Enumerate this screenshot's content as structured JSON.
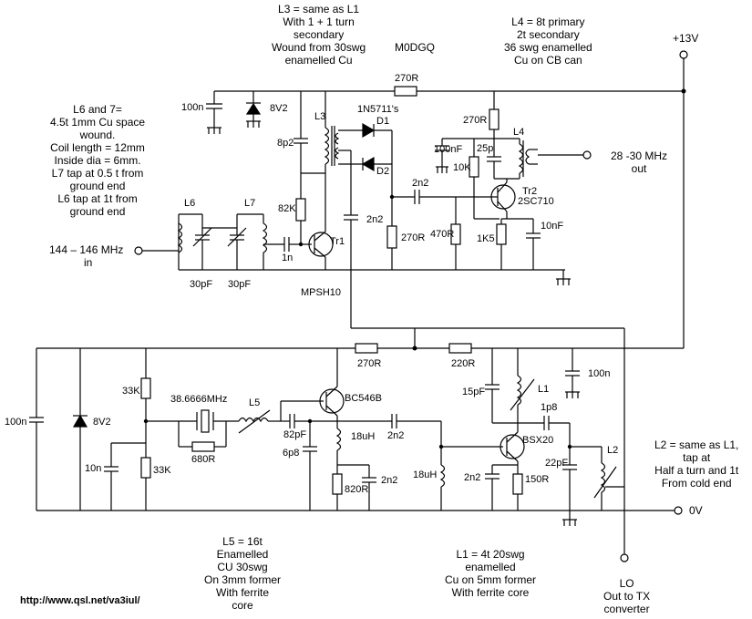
{
  "notes": {
    "l3": [
      "L3 = same as L1",
      "With 1 + 1 turn",
      "secondary",
      "Wound from 30swg",
      "enamelled Cu"
    ],
    "callsign": "M0DGQ",
    "l4": [
      "L4 = 8t primary",
      "2t secondary",
      "36 swg enamelled",
      "Cu on CB can"
    ],
    "l6l7": [
      "L6 and 7=",
      "4.5t 1mm Cu space",
      "wound.",
      "Coil length = 12mm",
      "Inside dia = 6mm.",
      "L7 tap at 0.5 t from",
      "ground end",
      "L6 tap at 1t from",
      "ground end"
    ],
    "l2": [
      "L2 =  same as L1,",
      "tap at",
      "Half a turn and 1t",
      "From cold end"
    ],
    "l5": [
      "L5 = 16t",
      "Enamelled",
      "CU 30swg",
      "On 3mm former",
      "With ferrite",
      "core"
    ],
    "l1": [
      "L1 =  4t 20swg",
      "enamelled",
      "Cu on 5mm former",
      "With ferrite  core"
    ]
  },
  "ports": {
    "rf_in": [
      "144 – 146 MHz",
      "in"
    ],
    "rf_out": [
      "28 -30 MHz",
      "out"
    ],
    "lo_out": [
      "LO",
      "Out to TX",
      "converter"
    ],
    "supply": "+13V",
    "ground": "0V"
  },
  "url": "http://www.qsl.net/va3iul/",
  "labels": {
    "c100n_top": "100n",
    "zener_top": "8V2",
    "r270_top": "270R",
    "l3": "L3",
    "d_type": "1N5711's",
    "d1": "D1",
    "d2": "D2",
    "c8p2": "8p2",
    "r82k": "82K",
    "c2n2_mix": "2n2",
    "tr1": "Tr1",
    "tr1_type": "MPSH10",
    "c1n": "1n",
    "l6": "L6",
    "l7": "L7",
    "c30pf_a": "30pF",
    "c30pf_b": "30pF",
    "r270_a": "270R",
    "c100nf_if": "100nF",
    "c25p": "25p",
    "r10k": "10K",
    "l4": "L4",
    "c2n2_if": "2n2",
    "r470": "470R",
    "r1k5": "1K5",
    "tr2": "Tr2",
    "tr2_type": "2SC710",
    "c10nf": "10nF",
    "r270_b": "270R",
    "c100n_left": "100n",
    "zener_left": "8V2",
    "r33k_a": "33K",
    "r33k_b": "33K",
    "c10n": "10n",
    "xtal": "38.6666MHz",
    "r680": "680R",
    "l5": "L5",
    "bc546": "BC546B",
    "c82pf": "82pF",
    "c6p8": "6p8",
    "l18uh_a": "18uH",
    "r820": "820R",
    "c2n2_osc": "2n2",
    "r270_c": "270R",
    "r220": "220R",
    "c2n2_c": "2n2",
    "l18uh_b": "18uH",
    "c15pf": "15pF",
    "l1": "L1",
    "c100n_right": "100n",
    "c1p8": "1p8",
    "bsx20": "BSX20",
    "c2n2_d": "2n2",
    "r150": "150R",
    "c22pf": "22pF",
    "l2": "L2"
  }
}
